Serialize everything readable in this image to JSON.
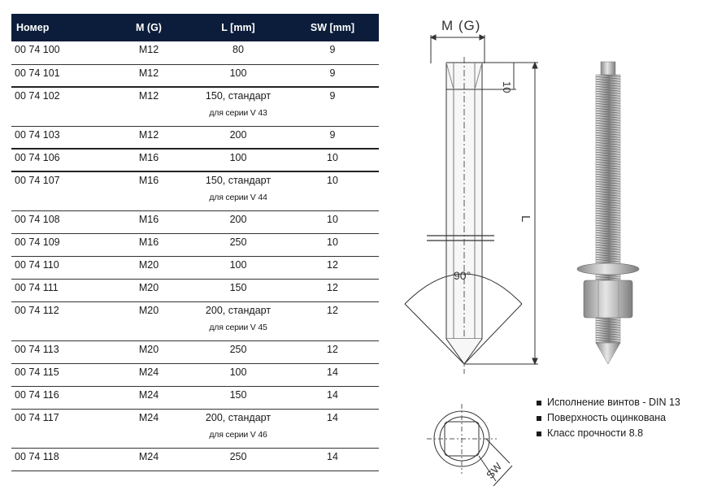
{
  "table": {
    "headers": {
      "number": "Номер",
      "thread": "M (G)",
      "length": "L [mm]",
      "sw": "SW [mm]"
    },
    "rows": [
      {
        "number": "00 74 100",
        "thread": "M12",
        "length": "80",
        "note": "",
        "sw": "9"
      },
      {
        "number": "00 74 101",
        "thread": "M12",
        "length": "100",
        "note": "",
        "sw": "9"
      },
      {
        "number": "00 74 102",
        "thread": "M12",
        "length": "150, стандарт",
        "note": "для серии V 43",
        "sw": "9"
      },
      {
        "number": "00 74 103",
        "thread": "M12",
        "length": "200",
        "note": "",
        "sw": "9"
      },
      {
        "number": "00 74 106",
        "thread": "M16",
        "length": "100",
        "note": "",
        "sw": "10"
      },
      {
        "number": "00 74 107",
        "thread": "M16",
        "length": "150, стандарт",
        "note": "для серии V 44",
        "sw": "10"
      },
      {
        "number": "00 74 108",
        "thread": "M16",
        "length": "200",
        "note": "",
        "sw": "10"
      },
      {
        "number": "00 74 109",
        "thread": "M16",
        "length": "250",
        "note": "",
        "sw": "10"
      },
      {
        "number": "00 74 110",
        "thread": "M20",
        "length": "100",
        "note": "",
        "sw": "12"
      },
      {
        "number": "00 74 111",
        "thread": "M20",
        "length": "150",
        "note": "",
        "sw": "12"
      },
      {
        "number": "00 74 112",
        "thread": "M20",
        "length": "200, стандарт",
        "note": "для серии V 45",
        "sw": "12"
      },
      {
        "number": "00 74 113",
        "thread": "M20",
        "length": "250",
        "note": "",
        "sw": "12"
      },
      {
        "number": "00 74 115",
        "thread": "M24",
        "length": "100",
        "note": "",
        "sw": "14"
      },
      {
        "number": "00 74 116",
        "thread": "M24",
        "length": "150",
        "note": "",
        "sw": "14"
      },
      {
        "number": "00 74 117",
        "thread": "M24",
        "length": "200, стандарт",
        "note": "для серии V 46",
        "sw": "14"
      },
      {
        "number": "00 74 118",
        "thread": "M24",
        "length": "250",
        "note": "",
        "sw": "14"
      }
    ]
  },
  "drawing": {
    "dim_thread": "M (G)",
    "dim_head": "10",
    "dim_length": "L",
    "dim_angle": "90°",
    "dim_sw": "SW"
  },
  "features": [
    "Исполнение винтов - DIN 13",
    "Поверхность оцинкована",
    "Класс прочности 8.8"
  ],
  "colors": {
    "header_bg": "#0b1d3a",
    "header_text": "#ffffff"
  }
}
